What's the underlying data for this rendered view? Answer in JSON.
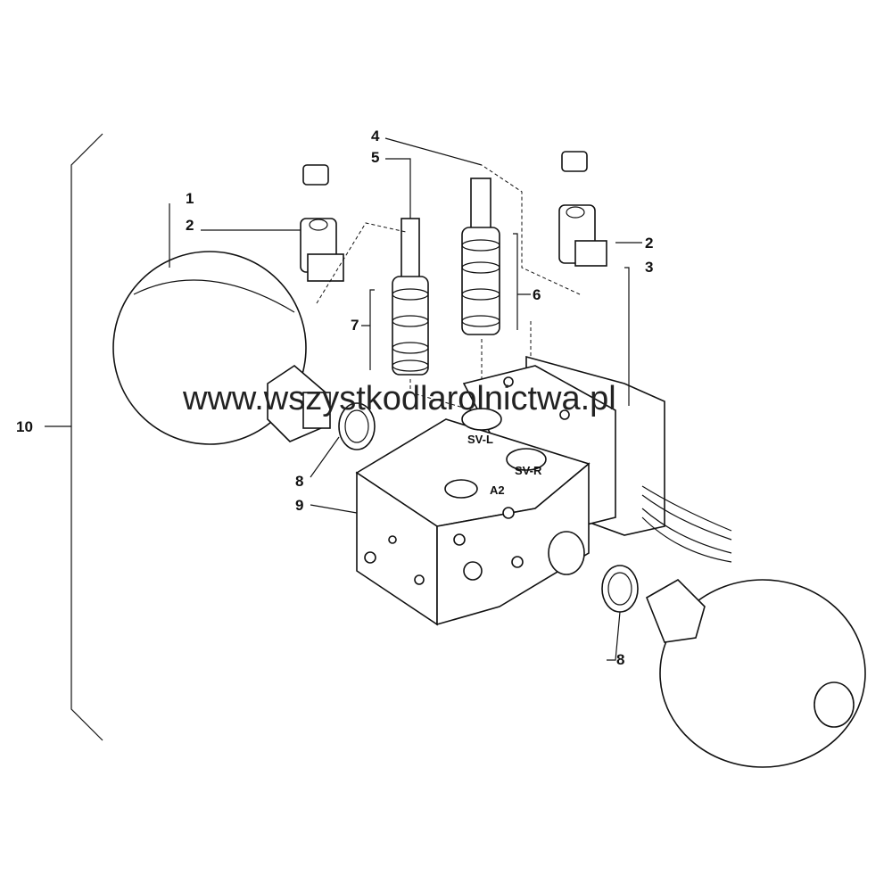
{
  "labels": {
    "item1": "1",
    "item2_left": "2",
    "item2_right": "2",
    "item3": "3",
    "item4": "4",
    "item5": "5",
    "item6": "6",
    "item7": "7",
    "item8_upper": "8",
    "item8_lower": "8",
    "item9": "9",
    "item10": "10"
  },
  "ports": {
    "sv_l": "SV-L",
    "sv_r": "SV-R",
    "a2": "A2"
  },
  "watermark": "www.wszystkodlarolnictwa.pl"
}
